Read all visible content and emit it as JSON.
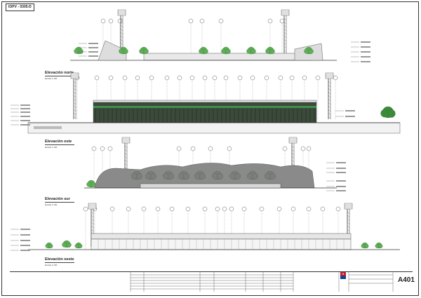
{
  "sheet": {
    "code": "IOPV - 0305-D",
    "number": "A401"
  },
  "elevations": [
    {
      "title": "Elevación norte",
      "scale": "Escala 1:100"
    },
    {
      "title": "Elevación este",
      "scale": "Escala 1:100"
    },
    {
      "title": "Elevación sur",
      "scale": "Escala 1:100"
    },
    {
      "title": "Elevación oeste",
      "scale": "Escala 1:100"
    }
  ],
  "colors": {
    "line": "#333333",
    "tree": "#5fae57",
    "tree_dark": "#2f6e2c",
    "facade": "#3b4a3a",
    "stripe": "#3f8f4a",
    "ground": "#777777",
    "shadow": "#8a8a8a",
    "logo_red": "#c8202c",
    "logo_blue": "#1c3f8c"
  }
}
